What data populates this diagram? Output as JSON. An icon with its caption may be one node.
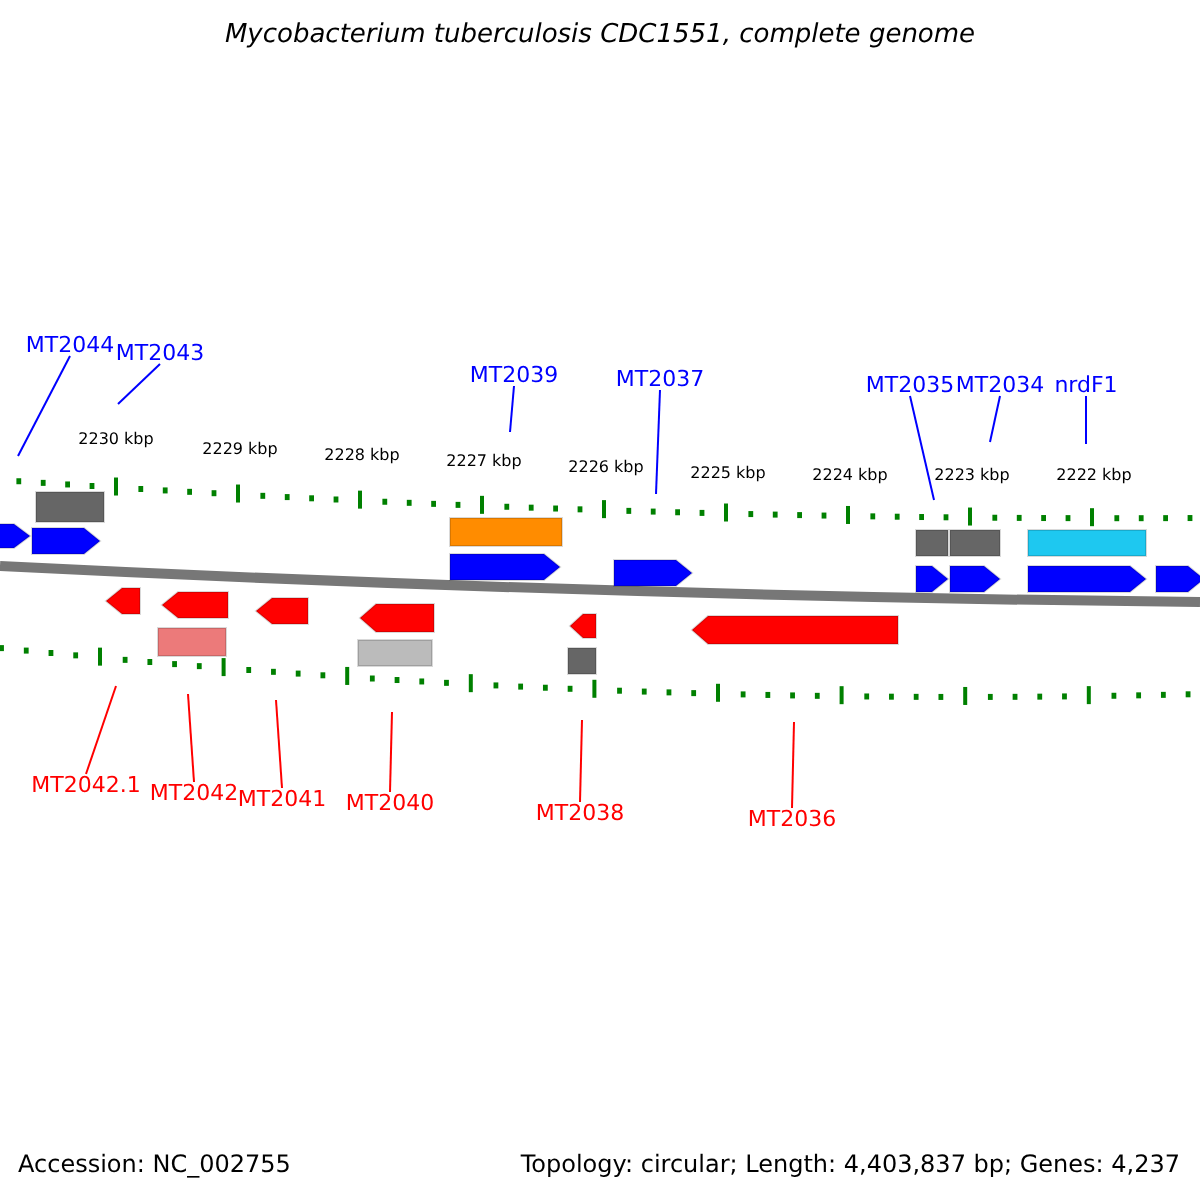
{
  "diagram": {
    "title": "Mycobacterium tuberculosis CDC1551, complete genome",
    "nodes": [
      {
        "text": [
          "MT2044"
        ]
      },
      {
        "text": [
          "MT2043"
        ]
      },
      {
        "text": [
          "MT2039"
        ]
      },
      {
        "text": [
          "MT2037"
        ]
      },
      {
        "text": [
          "MT2035"
        ]
      },
      {
        "text": [
          "MT2034"
        ]
      },
      {
        "text": [
          "nrdF1"
        ]
      },
      {
        "text": [
          "MT2042.1"
        ]
      },
      {
        "text": [
          "MT2042"
        ]
      },
      {
        "text": [
          "MT2041"
        ]
      },
      {
        "text": [
          "MT2040"
        ]
      },
      {
        "text": [
          "MT2038"
        ]
      },
      {
        "text": [
          "MT2036"
        ]
      }
    ],
    "edges": [
      {
        "from": 0,
        "to": null,
        "arrow": "none"
      },
      {
        "from": 1,
        "to": null,
        "arrow": "none"
      },
      {
        "from": 2,
        "to": null,
        "arrow": "none"
      },
      {
        "from": 3,
        "to": null,
        "arrow": "none"
      },
      {
        "from": 4,
        "to": null,
        "arrow": "none"
      },
      {
        "from": 5,
        "to": null,
        "arrow": "none"
      },
      {
        "from": 6,
        "to": null,
        "arrow": "none"
      },
      {
        "from": 7,
        "to": null,
        "arrow": "none",
        "color": "#ff0000"
      },
      {
        "from": 8,
        "to": null,
        "arrow": "none",
        "color": "#ff0000"
      },
      {
        "from": 9,
        "to": null,
        "arrow": "none",
        "color": "#ff0000"
      },
      {
        "from": 10,
        "to": null,
        "arrow": "none",
        "color": "#ff0000"
      },
      {
        "from": 11,
        "to": null,
        "arrow": "none",
        "color": "#ff0000"
      },
      {
        "from": 12,
        "to": null,
        "arrow": "none",
        "color": "#ff0000"
      }
    ],
    "labels": [
      "2230 kbp",
      "2229 kbp",
      "2228 kbp",
      "2227 kbp",
      "2226 kbp",
      "2225 kbp",
      "2224 kbp",
      "2223 kbp",
      "2222 kbp",
      "Accession: NC_002755",
      "Topology: circular; Length: 4,403,837 bp; Genes: 4,237"
    ]
  }
}
